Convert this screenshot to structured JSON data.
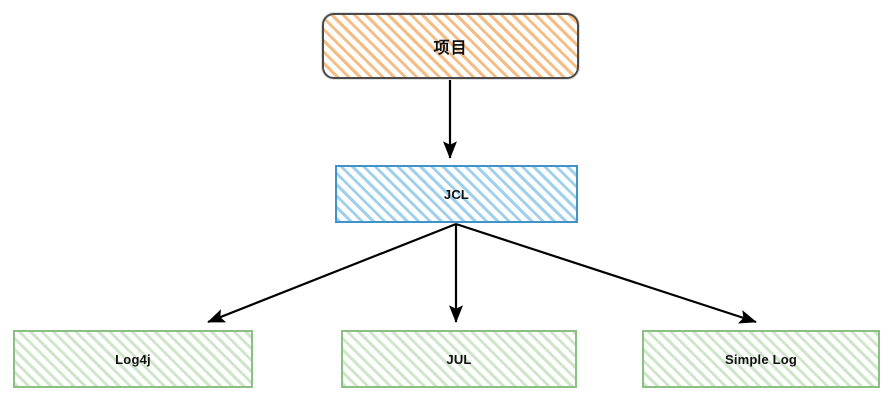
{
  "diagram": {
    "type": "flowchart",
    "direction": "top-down",
    "title": "JCL logging facade hierarchy",
    "background_color": "#ffffff",
    "nodes": [
      {
        "id": "project",
        "label": "项目",
        "shape": "rounded-rectangle",
        "border_color": "#4a4a4a",
        "fill_color": "#f4b06e",
        "fill_style": "diagonal-hatch",
        "level": 0
      },
      {
        "id": "jcl",
        "label": "JCL",
        "shape": "rectangle",
        "border_color": "#3f93c8",
        "fill_color": "#89c4e7",
        "fill_style": "diagonal-hatch",
        "level": 1
      },
      {
        "id": "log4j",
        "label": "Log4j",
        "shape": "rectangle",
        "border_color": "#8cbf83",
        "fill_color": "#b2d6aa",
        "fill_style": "diagonal-hatch",
        "level": 2
      },
      {
        "id": "jul",
        "label": "JUL",
        "shape": "rectangle",
        "border_color": "#8cbf83",
        "fill_color": "#b2d6aa",
        "fill_style": "diagonal-hatch",
        "level": 2
      },
      {
        "id": "simplelog",
        "label": "Simple Log",
        "shape": "rectangle",
        "border_color": "#8cbf83",
        "fill_color": "#b2d6aa",
        "fill_style": "diagonal-hatch",
        "level": 2
      }
    ],
    "edges": [
      {
        "id": "edge-project-jcl",
        "from": "project",
        "to": "jcl",
        "label": "",
        "arrowhead": "solid-triangle",
        "color": "#000000"
      },
      {
        "id": "edge-jcl-log4j",
        "from": "jcl",
        "to": "log4j",
        "label": "",
        "arrowhead": "solid-triangle",
        "color": "#000000"
      },
      {
        "id": "edge-jcl-jul",
        "from": "jcl",
        "to": "jul",
        "label": "",
        "arrowhead": "solid-triangle",
        "color": "#000000"
      },
      {
        "id": "edge-jcl-simplelog",
        "from": "jcl",
        "to": "simplelog",
        "label": "",
        "arrowhead": "solid-triangle",
        "color": "#000000"
      }
    ]
  }
}
